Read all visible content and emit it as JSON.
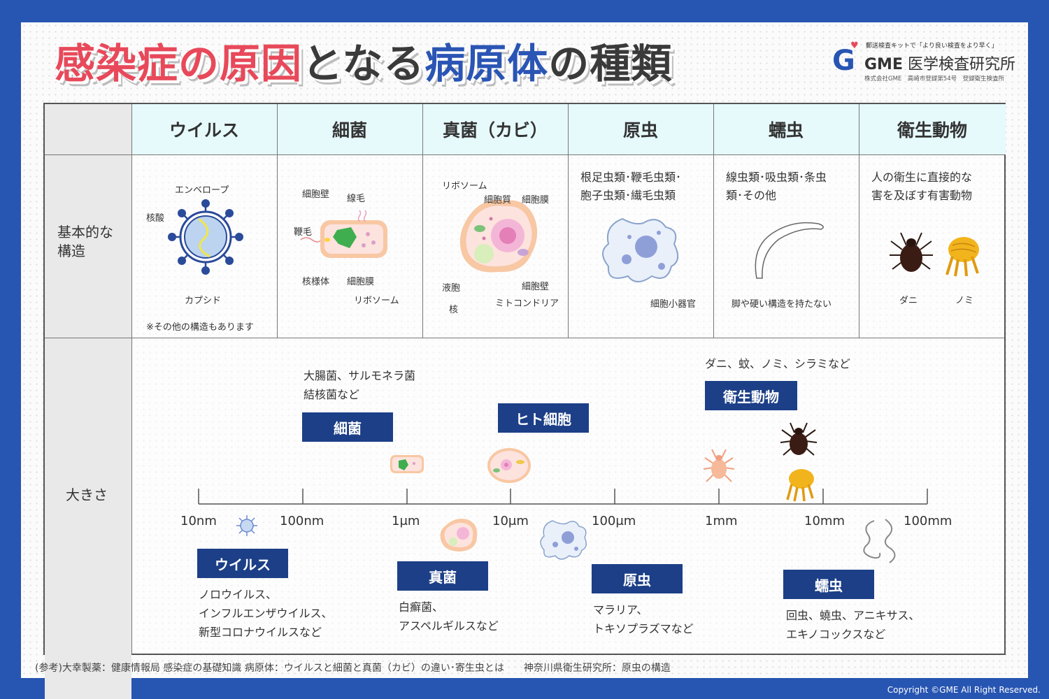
{
  "title": {
    "part1": "感染症の原因",
    "part2": "となる",
    "part3": "病原体",
    "part4": "の種類"
  },
  "logo": {
    "letter": "G",
    "tagline": "郵送検査キットで「より良い検査をより早く」",
    "brand": "GME",
    "name": "医学検査研究所",
    "sub": "株式会社GME　高崎市登録第54号　登録衛生検査所"
  },
  "columns": [
    "ウイルス",
    "細菌",
    "真菌（カビ）",
    "原虫",
    "蠕虫",
    "衛生動物"
  ],
  "row_labels": {
    "structure": "基本的な\n構造",
    "size": "大きさ"
  },
  "structure": {
    "virus": {
      "envelope": "エンベロープ",
      "nucleic": "核酸",
      "capsid": "カプシド",
      "note": "※その他の構造もあります"
    },
    "bacteria": {
      "wall": "細胞壁",
      "pili": "線毛",
      "flagellum": "鞭毛",
      "nucleoid": "核様体",
      "membrane": "細胞膜",
      "ribosome": "リボソーム"
    },
    "fungi": {
      "ribosome": "リボソーム",
      "cytoplasm": "細胞質",
      "membrane": "細胞膜",
      "vacuole": "液胞",
      "nucleus": "核",
      "mitochondria": "ミトコンドリア",
      "wall": "細胞壁"
    },
    "protozoa": {
      "desc": "根足虫類･鞭毛虫類･\n胞子虫類･繊毛虫類",
      "organelle": "細胞小器官"
    },
    "helminth": {
      "desc": "線虫類･吸虫類･条虫\n類･その他",
      "note": "脚や硬い構造を持たない"
    },
    "hygiene": {
      "desc": "人の衛生に直接的な\n害を及ぼす有害動物",
      "tick": "ダニ",
      "flea": "ノミ"
    }
  },
  "scale": {
    "ticks": [
      "10nm",
      "100nm",
      "1μm",
      "10μm",
      "100μm",
      "1mm",
      "10mm",
      "100mm"
    ],
    "badges": {
      "virus": "ウイルス",
      "bacteria": "細菌",
      "human_cell": "ヒト細胞",
      "fungi": "真菌",
      "protozoa": "原虫",
      "helminth": "蠕虫",
      "hygiene": "衛生動物"
    },
    "examples": {
      "bacteria": "大腸菌、サルモネラ菌\n結核菌など",
      "hygiene": "ダニ、蚊、ノミ、シラミなど",
      "virus": "ノロウイルス、\nインフルエンザウイルス、\n新型コロナウイルスなど",
      "fungi": "白癬菌、\nアスペルギルスなど",
      "protozoa": "マラリア、\nトキソプラズマなど",
      "helminth": "回虫、蟯虫、アニキサス、\nエキノコックスなど"
    }
  },
  "references": "(参考)大幸製薬：健康情報局 感染症の基礎知識 病原体：ウイルスと細菌と真菌（カビ）の違い･寄生虫とは　　神奈川県衛生研究所：原虫の構造",
  "copyright": "Copyright ©GME All Right Reserved.",
  "colors": {
    "background": "#2755b2",
    "title_red": "#e8495a",
    "title_blue": "#2a55b5",
    "badge": "#1c3f87",
    "header_bg": "#e6fafc"
  },
  "icons": [
    "virus-icon",
    "bacteria-icon",
    "fungus-cell-icon",
    "amoeba-icon",
    "worm-icon",
    "tick-icon",
    "flea-icon",
    "mite-icon",
    "human-cell-icon"
  ]
}
